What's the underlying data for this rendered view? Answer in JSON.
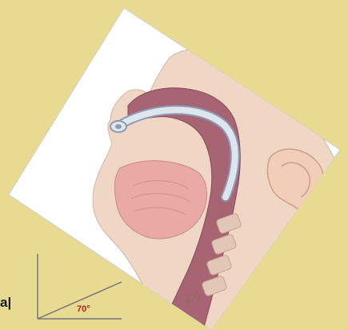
{
  "illustration": {
    "angle_label": "70°",
    "stray_text": "a|",
    "signature": "Cg"
  },
  "colors": {
    "background": "#e8da90",
    "card": "#ffffff",
    "skin": "#f0d7c5",
    "airway": "#a76573",
    "tube": "#cfd8e6",
    "angle_text": "#b51f1f"
  },
  "icons": [
    "nasal-tube-icon",
    "angle-icon"
  ]
}
